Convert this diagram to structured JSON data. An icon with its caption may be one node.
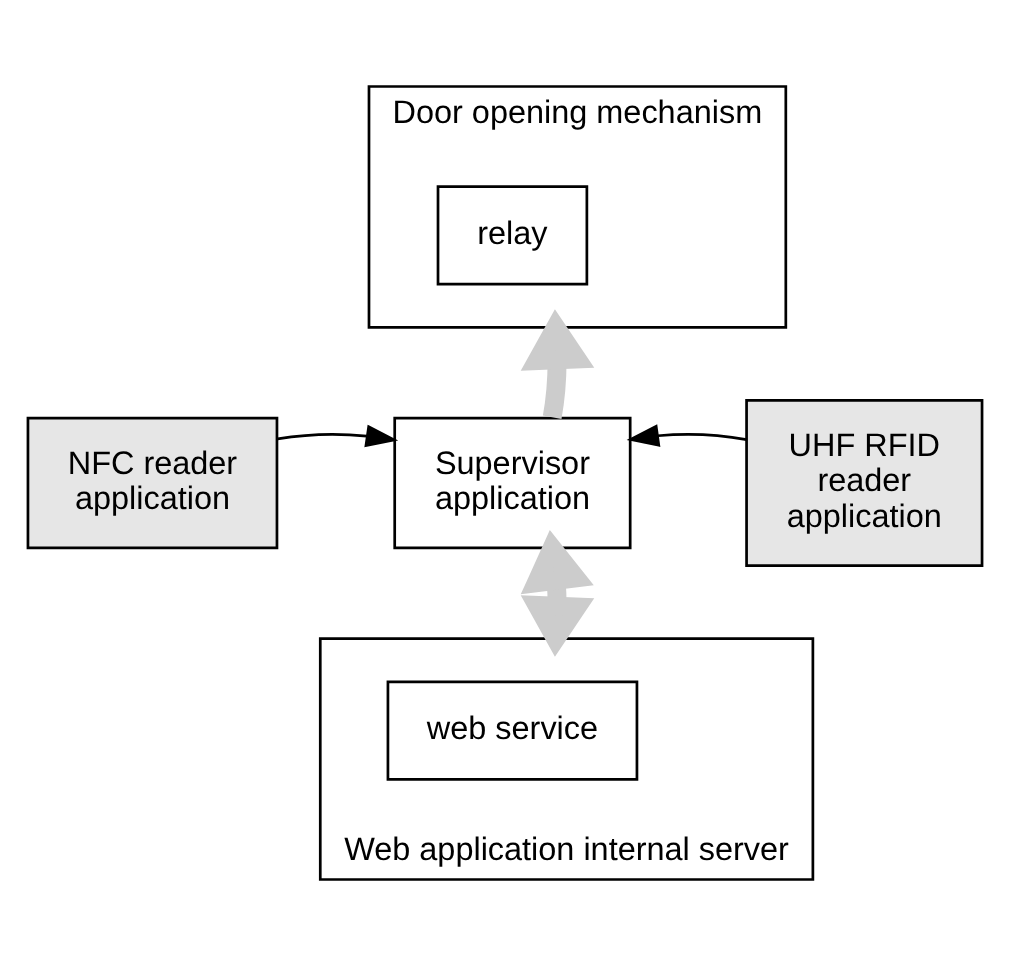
{
  "diagram": {
    "nodes": [
      {
        "text": [
          "Door opening mechanism"
        ]
      },
      {
        "text": [
          "relay"
        ],
        "in": 0
      },
      {
        "text": [
          "NFC reader application"
        ]
      },
      {
        "text": [
          "Supervisor application"
        ]
      },
      {
        "text": [
          "UHF RFID reader application"
        ]
      },
      {
        "text": [
          "Web application internal server"
        ]
      },
      {
        "text": [
          "web service"
        ],
        "in": 5
      }
    ],
    "edges": [
      {
        "from": 3,
        "to": 0,
        "arrow": "to",
        "style": "thick",
        "color": "#cccccc"
      },
      {
        "from": 2,
        "to": 3,
        "arrow": "to",
        "color": "#000000"
      },
      {
        "from": 4,
        "to": 3,
        "arrow": "to",
        "color": "#000000"
      },
      {
        "from": 3,
        "to": 5,
        "arrow": "both",
        "style": "thick",
        "color": "#cccccc"
      }
    ]
  }
}
